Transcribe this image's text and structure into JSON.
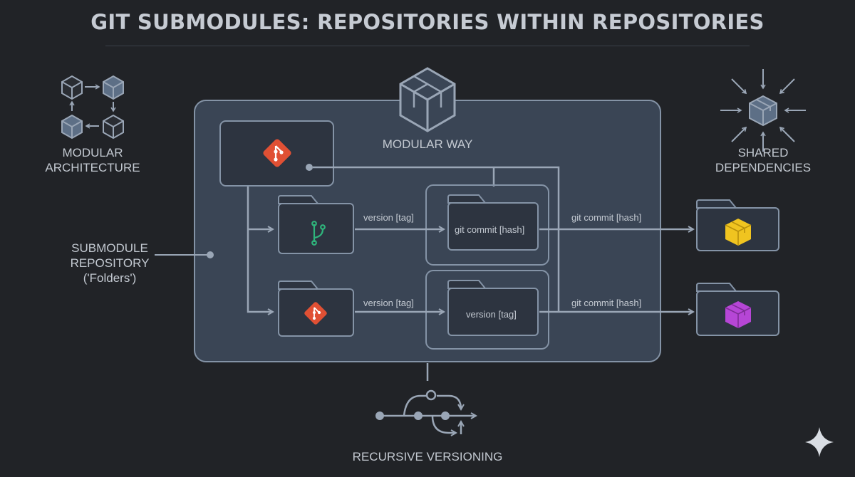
{
  "title": "GIT SUBMODULES: REPOSITORIES WITHIN REPOSITORIES",
  "labels": {
    "modular_architecture": [
      "MODULAR",
      "ARCHITECTURE"
    ],
    "modular_way": "MODULAR WAY",
    "shared_dependencies": [
      "SHARED",
      "DEPENDENCIES"
    ],
    "submodule_repository": [
      "SUBMODULE",
      "REPOSITORY",
      "('Folders')"
    ],
    "recursive_versioning": "RECURSIVE VERSIONING"
  },
  "edges": {
    "row1_version": "version [tag]",
    "row1_commit_box": "git commit [hash]",
    "row1_commit_out": "git commit [hash]",
    "row2_version": "version [tag]",
    "row2_version_box": "version [tag]",
    "row2_commit_out": "git commit [hash]"
  },
  "colors": {
    "background": "#212327",
    "panel": "#3b4656",
    "panel_border": "#8190a3",
    "line": "#9aa6b6",
    "git_red": "#e05034",
    "branch_green": "#2fb57c",
    "package_yellow": "#f0c420",
    "package_purple": "#b646d6"
  },
  "icons": [
    "cube-network-icon",
    "modular-cube-icon",
    "shared-cube-arrows-icon",
    "git-logo-icon",
    "git-branch-icon",
    "package-icon",
    "recursive-branch-icon",
    "sparkle-icon"
  ]
}
